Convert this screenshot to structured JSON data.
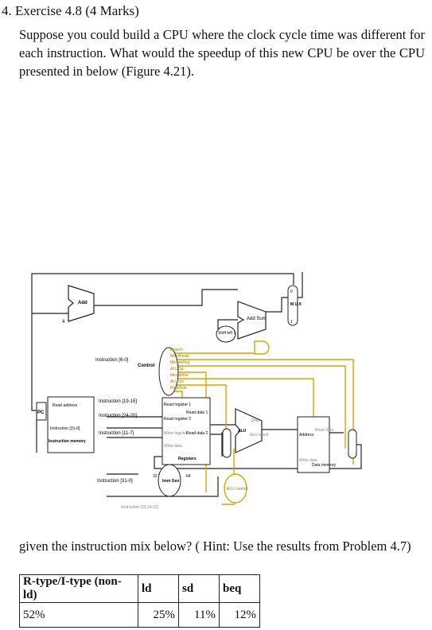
{
  "question": {
    "heading": "4. Exercise 4.8 (4 Marks)",
    "paragraph": "Suppose you could build a CPU where the clock cycle time was different for each instruction. What would the speedup of this new CPU be over the CPU presented in below (Figure 4.21).",
    "continuation": "given the instruction mix below? ( Hint: Use the results from Problem 4.7)"
  },
  "diagram": {
    "labels": {
      "add_left": "Add",
      "four": "4",
      "add_sum": "Add Sum",
      "shift_left": "Shift left 1",
      "mux_top": "M U X",
      "mux_top_zero": "0",
      "mux_top_one": "1",
      "instr_6_0": "Instruction [6-0]",
      "control": "Control",
      "branch": "Branch",
      "memread": "MemRead",
      "memtoreg": "MemtoReg",
      "aluop": "ALUOp",
      "memwrite": "MemWrite",
      "alusrc": "ALUSrc",
      "regwrite": "RegWrite",
      "pc": "PC",
      "read_address": "Read address",
      "instruction_31_0": "Instruction [31-0]",
      "instruction_memory": "Instruction memory",
      "instr_19_15": "Instruction [19-15]",
      "instr_24_20": "Instruction [24-20]",
      "instr_11_7": "Instruction [11-7]",
      "read_register_1": "Read register 1",
      "read_register_2": "Read register 2",
      "write_register": "Write register",
      "write_data": "Write data",
      "read_data_1": "Read data 1",
      "read_data_2": "Read data 2",
      "registers": "Registers",
      "zero": "Zero",
      "alu": "ALU",
      "alu_result": "ALU result",
      "address": "Address",
      "read_data": "Read data",
      "data_write_data": "Write data",
      "data_memory": "Data memory",
      "instr_31_0_bottom": "Instruction [31-0]",
      "thirty_two": "32",
      "sixty_four": "64",
      "imm_gen": "Imm Gen",
      "alu_control": "ALU control",
      "instr_30_14_12": "Instruction [30,14-12]"
    }
  },
  "table": {
    "headers": [
      "R-type/I-type (non-ld)",
      "ld",
      "sd",
      "beq"
    ],
    "values": [
      "52%",
      "25%",
      "11%",
      "12%"
    ]
  }
}
